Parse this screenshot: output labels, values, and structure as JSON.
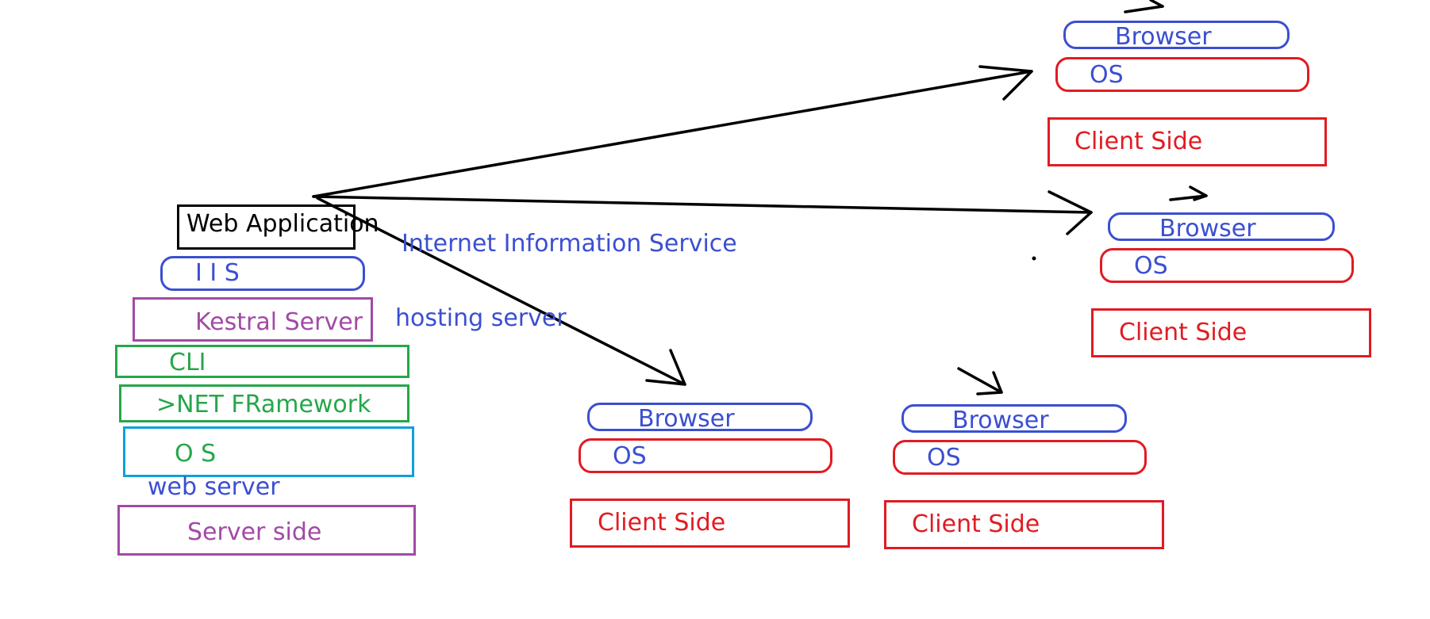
{
  "server_stack": {
    "web_application": "Web Application",
    "iis": "I I S",
    "kestral": "Kestral Server",
    "cli": "CLI",
    "framework": ">NET FRamework",
    "os": "O S",
    "web_server": "web server",
    "server_side": "Server side"
  },
  "annotations": {
    "iis_full": "Internet Information Service",
    "hosting": "hosting server"
  },
  "clients": [
    {
      "browser": "Browser",
      "os": "OS",
      "side": "Client Side"
    },
    {
      "browser": "Browser",
      "os": "OS",
      "side": "Client Side"
    },
    {
      "browser": "Browser",
      "os": "OS",
      "side": "Client Side"
    },
    {
      "browser": "Browser",
      "os": "OS",
      "side": "Client Side"
    }
  ],
  "colors": {
    "blue": "#3b4fd1",
    "red": "#e11b22",
    "purple": "#a24aa6",
    "green": "#25a74a",
    "cyan": "#109fe0",
    "black": "#000000"
  }
}
